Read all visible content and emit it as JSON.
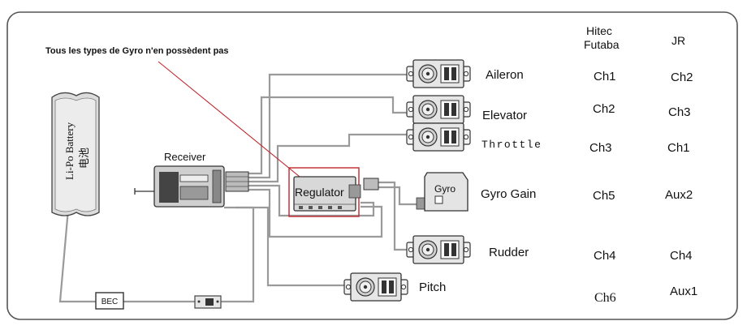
{
  "note": "Tous les types de Gyro n'en possèdent pas",
  "battery": {
    "label": "Li-Po Battery",
    "label_cn": "电池"
  },
  "receiver": {
    "label": "Receiver"
  },
  "regulator": {
    "label": "Regulator"
  },
  "gyro": {
    "label": "Gyro"
  },
  "bec": {
    "label": "BEC"
  },
  "headers": {
    "hitec": "Hitec",
    "futaba": "Futaba",
    "jr": "JR"
  },
  "channels": [
    {
      "name": "Aileron",
      "hitec_futaba": "Ch1",
      "jr": "Ch2"
    },
    {
      "name": "Elevator",
      "hitec_futaba": "Ch2",
      "jr": "Ch3"
    },
    {
      "name": "Throttle",
      "hitec_futaba": "Ch3",
      "jr": "Ch1"
    },
    {
      "name": "Gyro Gain",
      "hitec_futaba": "Ch5",
      "jr": "Aux2"
    },
    {
      "name": "Rudder",
      "hitec_futaba": "Ch4",
      "jr": "Ch4"
    },
    {
      "name": "Pitch",
      "hitec_futaba": "Ch6",
      "jr": "Aux1"
    }
  ]
}
